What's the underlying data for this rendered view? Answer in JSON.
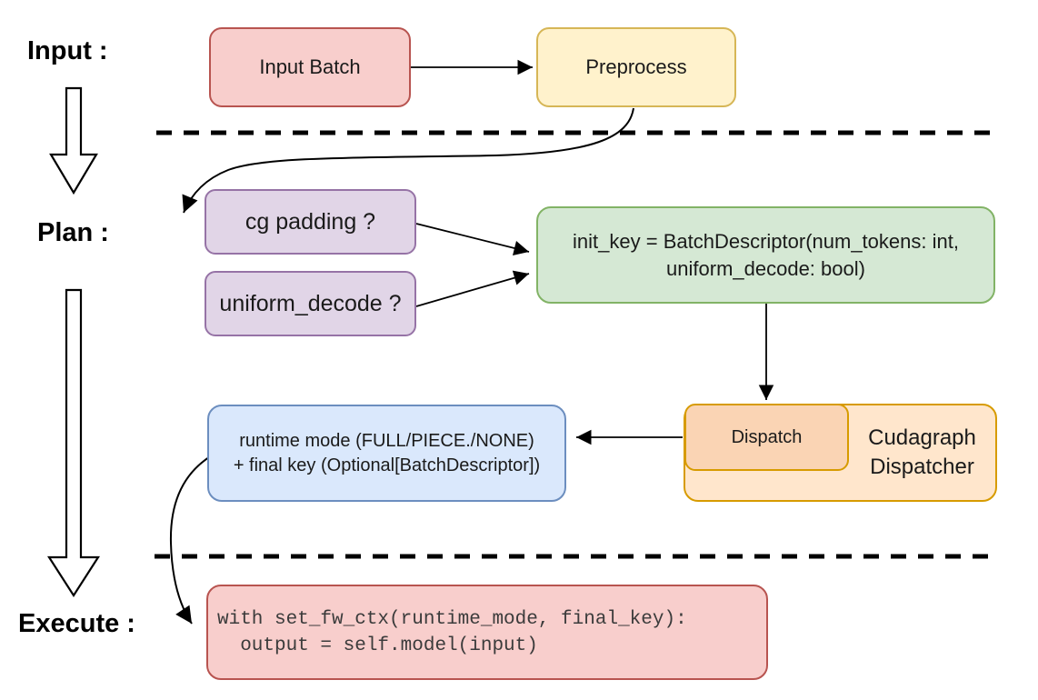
{
  "sections": {
    "input_label": "Input :",
    "plan_label": "Plan :",
    "execute_label": "Execute :"
  },
  "nodes": {
    "input_batch": "Input Batch",
    "preprocess": "Preprocess",
    "cg_padding": "cg padding ?",
    "uniform_decode": "uniform_decode ?",
    "init_key_line1": "init_key = BatchDescriptor(num_tokens: int,",
    "init_key_line2": "uniform_decode: bool)",
    "runtime_line1": "runtime mode (FULL/PIECE./NONE)",
    "runtime_line2": "+ final key (Optional[BatchDescriptor])",
    "dispatch": "Dispatch",
    "dispatcher_line1": "Cudagraph",
    "dispatcher_line2": "Dispatcher",
    "code_line1": "with set_fw_ctx(runtime_mode, final_key):",
    "code_line2": "  output = self.model(input)"
  },
  "colors": {
    "red_fill": "#F8CECC",
    "red_stroke": "#B85450",
    "yellow_fill": "#FFF2CC",
    "yellow_stroke": "#D6B656",
    "purple_fill": "#E1D5E7",
    "purple_stroke": "#9673A6",
    "green_fill": "#D5E8D4",
    "green_stroke": "#82B366",
    "orange_fill": "#FFE6CC",
    "orange_stroke": "#D79B00",
    "orange_inner_fill": "#FAD4B4",
    "blue_fill": "#DAE8FC",
    "blue_stroke": "#6C8EBF",
    "connector": "#000000",
    "code_text": "#3b3b3b"
  }
}
